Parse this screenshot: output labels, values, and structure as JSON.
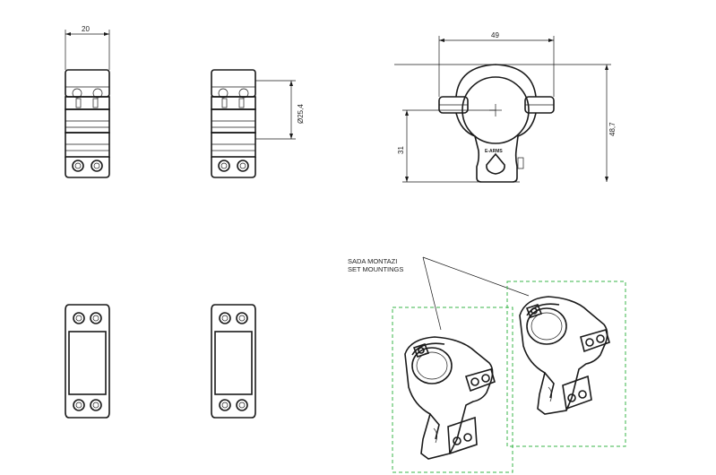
{
  "dimensions": {
    "width": "20",
    "height_label": "Ø25,4",
    "span_width": "49",
    "center_height": "31",
    "total_height": "48,7"
  },
  "mounting_label": {
    "line1": "SADA MONTAZI",
    "line2": "SET MOUNTINGS"
  },
  "engraving": "E-ARMS",
  "colors": {
    "line": "#1a1a1a",
    "set_box": "#39b54a"
  }
}
